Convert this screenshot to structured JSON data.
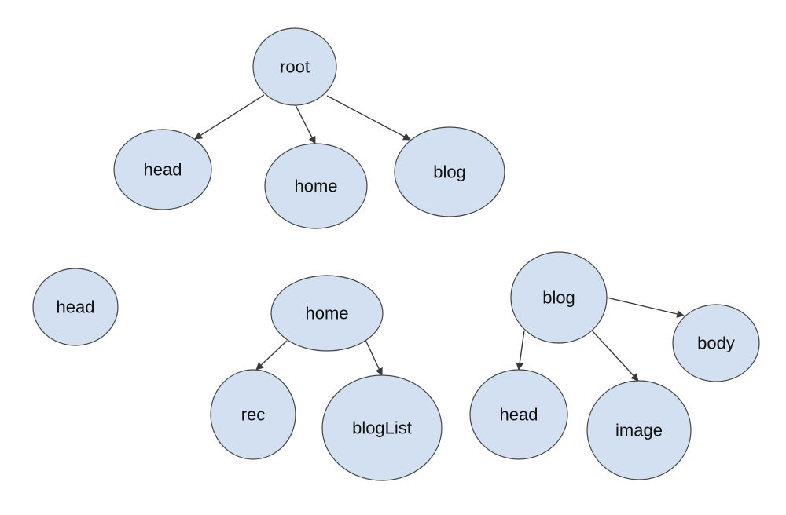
{
  "colors": {
    "node_fill": "#d3e0f1",
    "node_stroke": "#444444",
    "edge": "#3a3a3a",
    "background": "#ffffff"
  },
  "nodes": [
    {
      "id": "root",
      "label": "root"
    },
    {
      "id": "head_top",
      "label": "head"
    },
    {
      "id": "home_top",
      "label": "home"
    },
    {
      "id": "blog_top",
      "label": "blog"
    },
    {
      "id": "head_alone",
      "label": "head"
    },
    {
      "id": "home_sub",
      "label": "home"
    },
    {
      "id": "rec",
      "label": "rec"
    },
    {
      "id": "bloglist",
      "label": "blogList"
    },
    {
      "id": "blog_sub",
      "label": "blog"
    },
    {
      "id": "head_sub",
      "label": "head"
    },
    {
      "id": "image",
      "label": "image"
    },
    {
      "id": "body",
      "label": "body"
    }
  ],
  "edges": [
    {
      "from": "root",
      "to": "head_top"
    },
    {
      "from": "root",
      "to": "home_top"
    },
    {
      "from": "root",
      "to": "blog_top"
    },
    {
      "from": "home_sub",
      "to": "rec"
    },
    {
      "from": "home_sub",
      "to": "bloglist"
    },
    {
      "from": "blog_sub",
      "to": "head_sub"
    },
    {
      "from": "blog_sub",
      "to": "image"
    },
    {
      "from": "blog_sub",
      "to": "body"
    }
  ]
}
